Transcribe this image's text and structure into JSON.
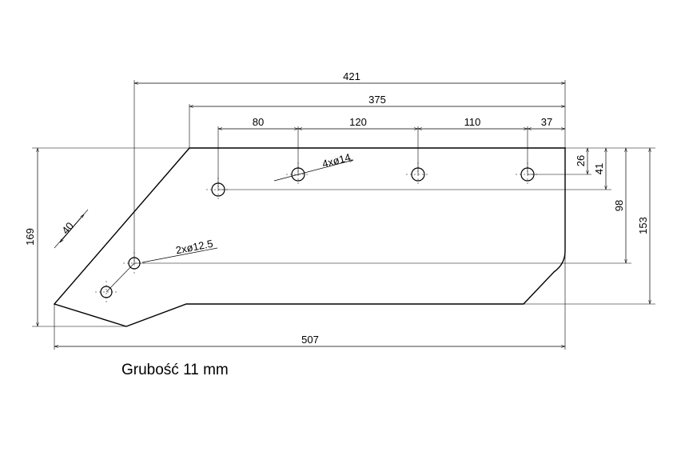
{
  "drawing": {
    "dimensions": {
      "overall_top": "421",
      "straight_top": "375",
      "hole_spacing_1": "80",
      "hole_spacing_2": "120",
      "hole_spacing_3": "110",
      "hole_end": "37",
      "overall_length": "507",
      "height_left": "169",
      "tip_offset": "40",
      "right_26": "26",
      "right_41": "41",
      "right_98": "98",
      "right_153": "153"
    },
    "hole_labels": {
      "large_holes": "4xø14",
      "small_holes": "2xø12.5"
    },
    "note": "Grubość 11 mm"
  }
}
